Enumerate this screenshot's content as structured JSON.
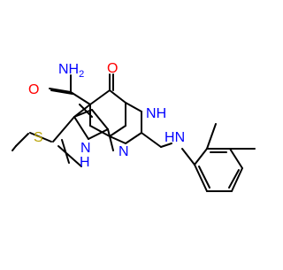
{
  "molecule": {
    "background": "#ffffff",
    "colors": {
      "carbon": "#000000",
      "nitrogen": "#0000ff",
      "oxygen": "#ff0000",
      "sulfur": "#b8a200"
    },
    "labels": {
      "amide_nh2": "NH",
      "amide_nh2_sub": "2",
      "amide_o": "O",
      "keto_o": "O",
      "ring_nh_upper": "N",
      "ring_nh_upper_h": "H",
      "ring_n_lower": "N",
      "pyrrole_n": "N",
      "pyrrole_h": "H",
      "thio_s": "S",
      "amine_n": "N",
      "amine_h": "H"
    }
  }
}
